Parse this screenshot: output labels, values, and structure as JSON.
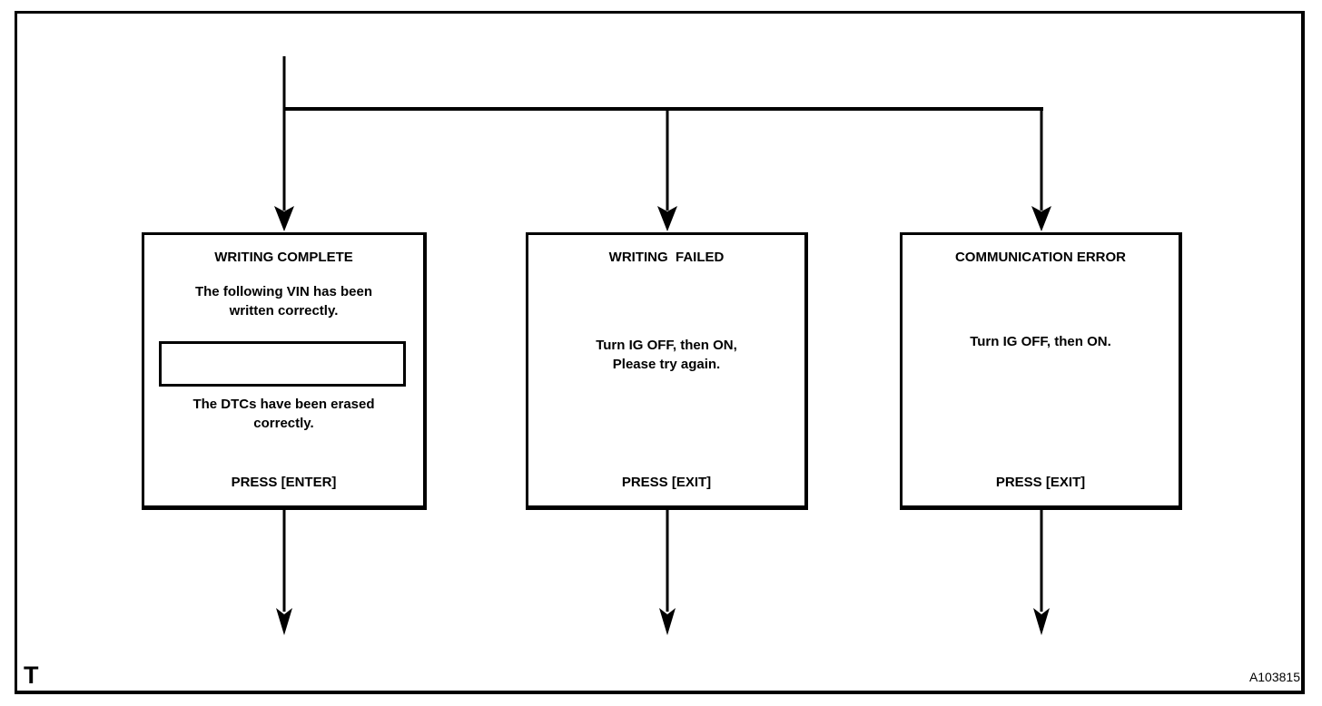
{
  "figure": {
    "corner_label": "T",
    "code": "A103815"
  },
  "colors": {
    "ink": "#000000",
    "background": "#ffffff"
  },
  "boxes": [
    {
      "title": "WRITING COMPLETE",
      "body_top": "The following VIN has been\nwritten correctly.",
      "vin_field_value": "",
      "body_bottom": "The DTCs have been erased\ncorrectly.",
      "action": "PRESS [ENTER]"
    },
    {
      "title": "WRITING  FAILED",
      "message": "Turn IG OFF, then ON,\nPlease try again.",
      "action": "PRESS [EXIT]"
    },
    {
      "title": "COMMUNICATION ERROR",
      "message": "Turn IG OFF, then ON.",
      "action": "PRESS [EXIT]"
    }
  ]
}
